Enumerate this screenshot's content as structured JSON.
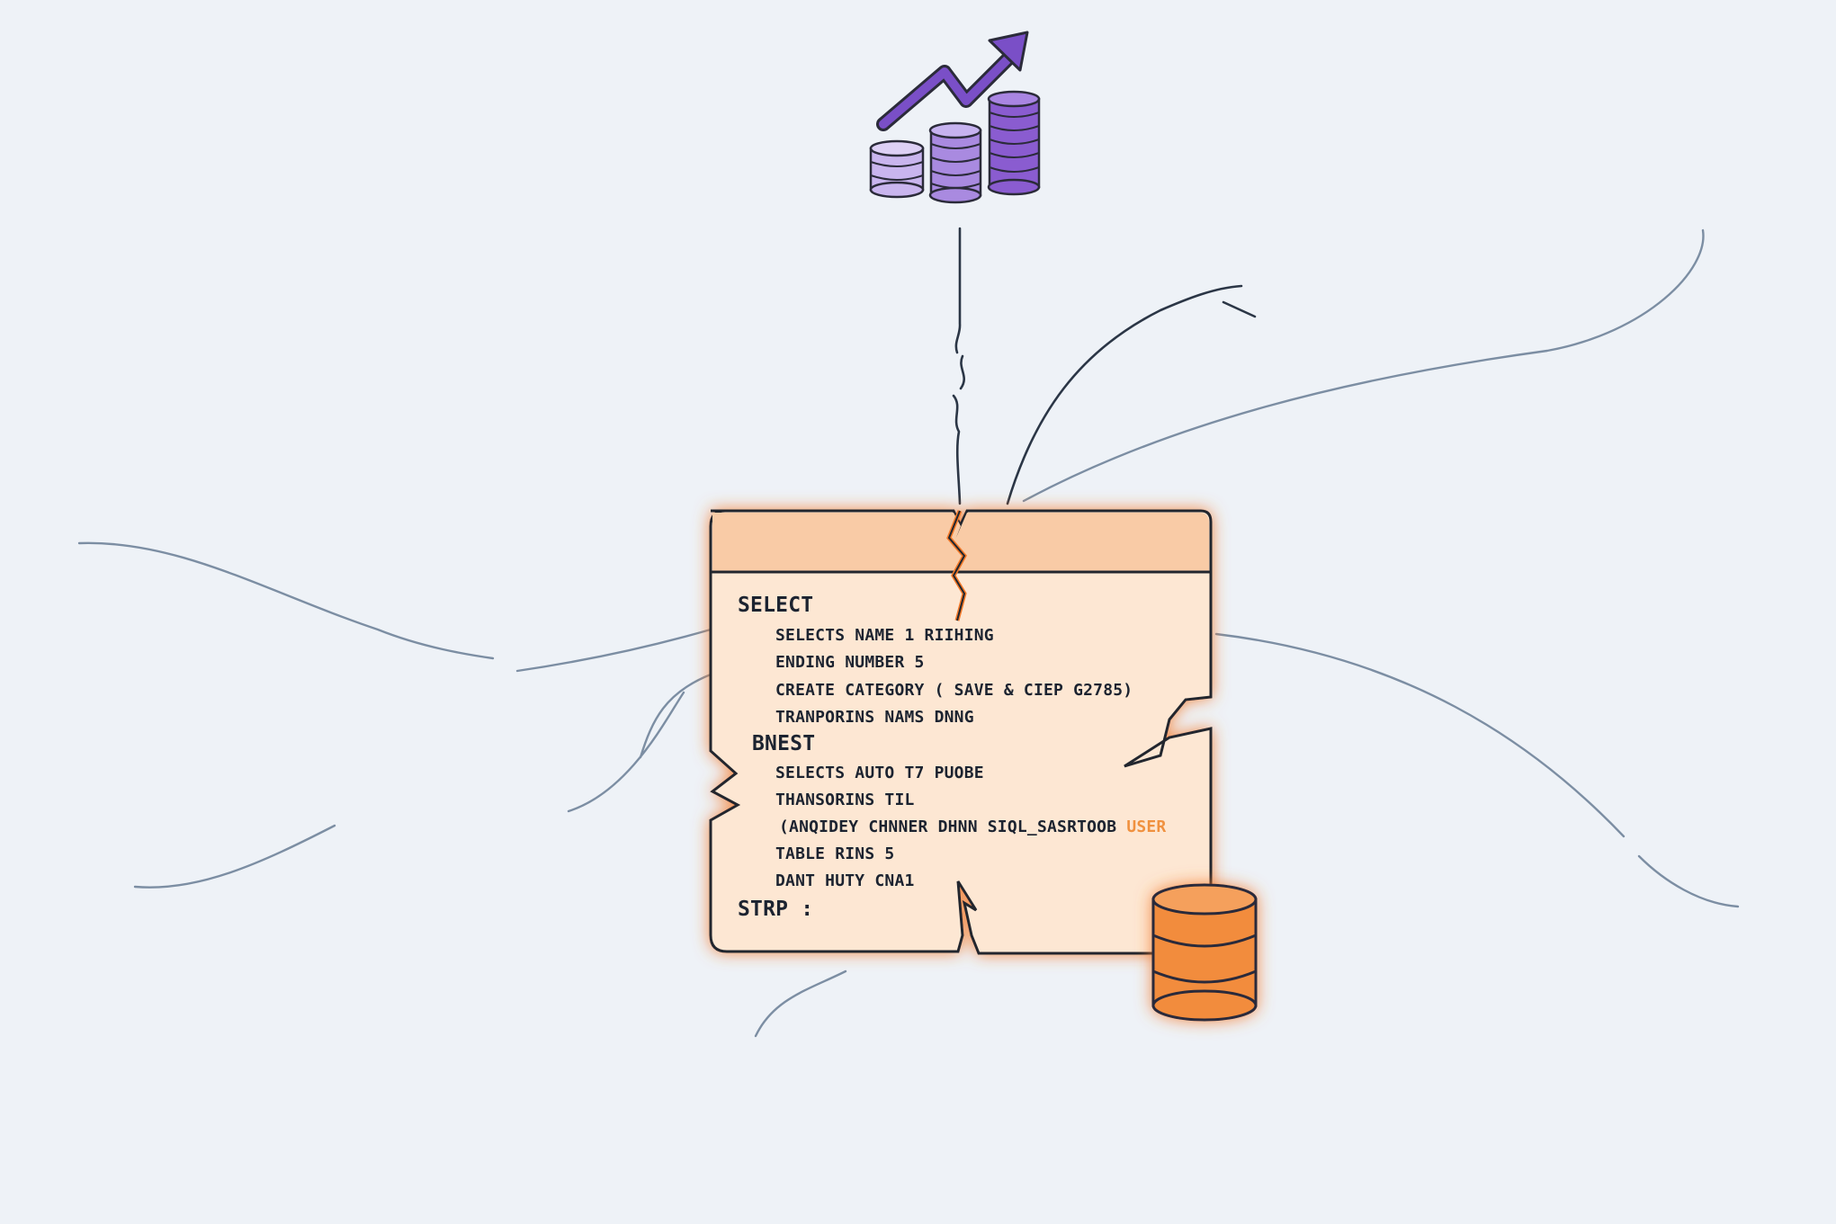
{
  "colors": {
    "background": "#eef2f7",
    "accent_orange": "#f47a2a",
    "panel_fill": "#fde7d3",
    "header_fill": "#f9cba6",
    "purple": "#7a4fc7",
    "line_gray": "#7c8ea3"
  },
  "icons": {
    "top": "growth-chart-coins-icon",
    "bottom": "database-icon"
  },
  "code": {
    "lines": [
      {
        "text": "SELECT",
        "style": "kw"
      },
      {
        "text": "SELECTS NAME 1 RIIHING",
        "style": "sub"
      },
      {
        "text": "ENDING NUMBER 5",
        "style": "sub"
      },
      {
        "text": "CREATE CATEGORY ( SAVE & CIEP G2785)",
        "style": "sub"
      },
      {
        "text": "TRANPORINS NAMS DNNG",
        "style": "sub"
      },
      {
        "text": "BNEST",
        "style": "kw"
      },
      {
        "text": "SELECTS AUTO T7 PUOBE",
        "style": "sub"
      },
      {
        "text": "THANSORINS TIL",
        "style": "sub"
      },
      {
        "text": "(ANQIDEY CHNNER DHNN SIQL_SASRTOOB",
        "style": "sub",
        "highlight": "USER"
      },
      {
        "text": "TABLE RINS 5",
        "style": "sub"
      },
      {
        "text": "DANT HUTY CNA1",
        "style": "sub"
      },
      {
        "text": "STRP :",
        "style": "kw"
      }
    ]
  }
}
